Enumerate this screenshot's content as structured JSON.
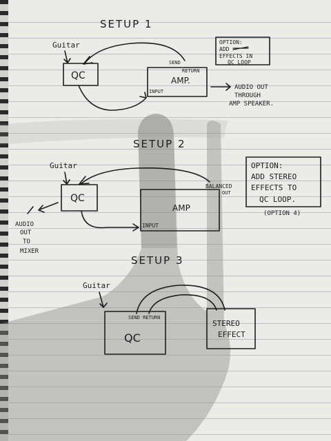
{
  "setup1": {
    "title": "SETUP 1",
    "guitar": "Guitar",
    "qc": "QC",
    "amp": "AMP.",
    "send": "SEND",
    "return": "RETURN",
    "input": "INPUT",
    "audio_out": [
      "AUDIO OUT",
      "THROUGH",
      "AMP SPEAKER."
    ],
    "option_note": [
      "OPTION:",
      "ADD",
      "EFFECTS IN",
      "QC LOOP"
    ]
  },
  "setup2": {
    "title": "SETUP 2",
    "guitar": "Guitar",
    "qc": "QC",
    "amp": "AMP",
    "balanced_out": [
      "BALANCED",
      "OUT"
    ],
    "input": "INPUT",
    "audio_out_mixer": [
      "AUDIO",
      "OUT",
      "TO",
      "MIXER"
    ],
    "option_note": [
      "OPTION:",
      "ADD STEREO",
      "EFFECTS TO",
      "QC LOOP."
    ],
    "option_ref": "(OPTION 4)"
  },
  "setup3": {
    "title": "SETUP 3",
    "guitar": "Guitar",
    "qc": "QC",
    "send_return": "SEND RETURN",
    "stereo_effect": [
      "STEREO",
      "EFFECT"
    ]
  }
}
